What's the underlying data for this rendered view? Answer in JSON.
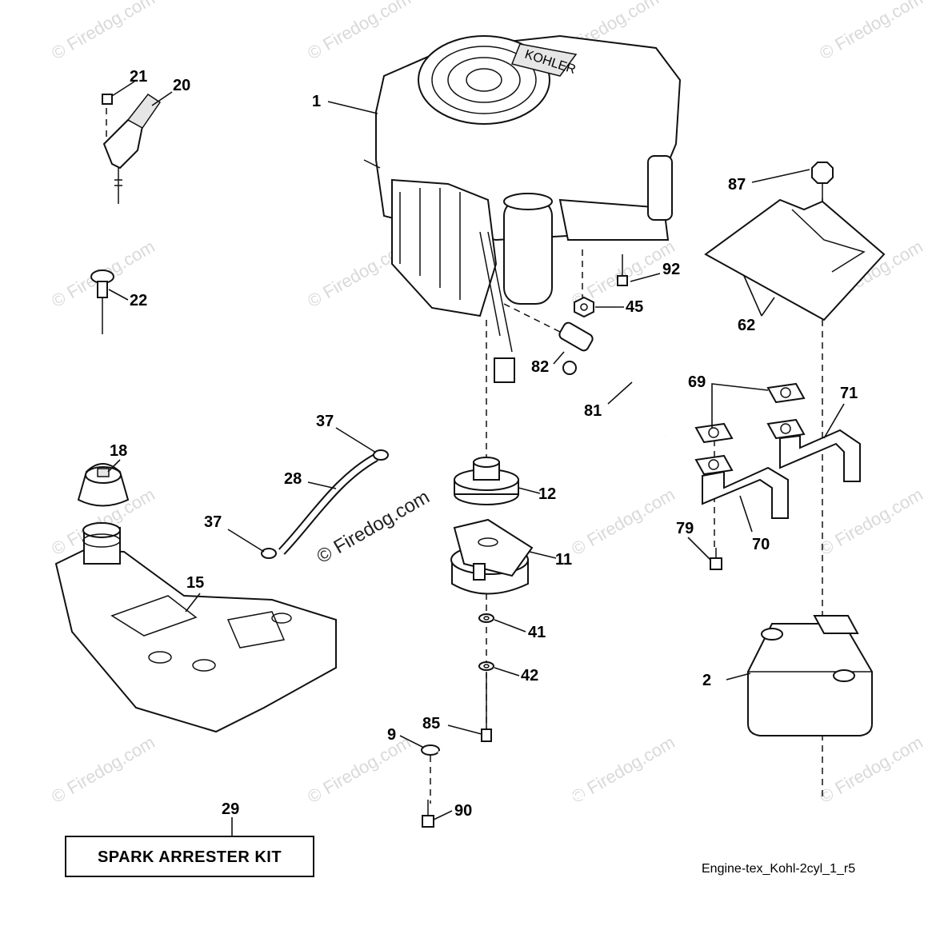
{
  "watermark": {
    "main_text": "© Firedog.com",
    "faint_text": "© Firedog.com"
  },
  "callouts": {
    "c1": "1",
    "c2": "2",
    "c9": "9",
    "c11": "11",
    "c12": "12",
    "c15": "15",
    "c18": "18",
    "c20": "20",
    "c21": "21",
    "c22": "22",
    "c28": "28",
    "c29": "29",
    "c37a": "37",
    "c37b": "37",
    "c41": "41",
    "c42": "42",
    "c45": "45",
    "c62": "62",
    "c69": "69",
    "c70": "70",
    "c71": "71",
    "c79": "79",
    "c81": "81",
    "c82": "82",
    "c85": "85",
    "c87": "87",
    "c90": "90",
    "c92": "92"
  },
  "kit_box_label": "SPARK ARRESTER KIT",
  "engine_brand": "KOHLER",
  "drawing_ref": "Engine-tex_Kohl-2cyl_1_r5",
  "colors": {
    "line": "#111111",
    "watermark": "#d9d9d9",
    "shade": "#e6e6e6"
  }
}
